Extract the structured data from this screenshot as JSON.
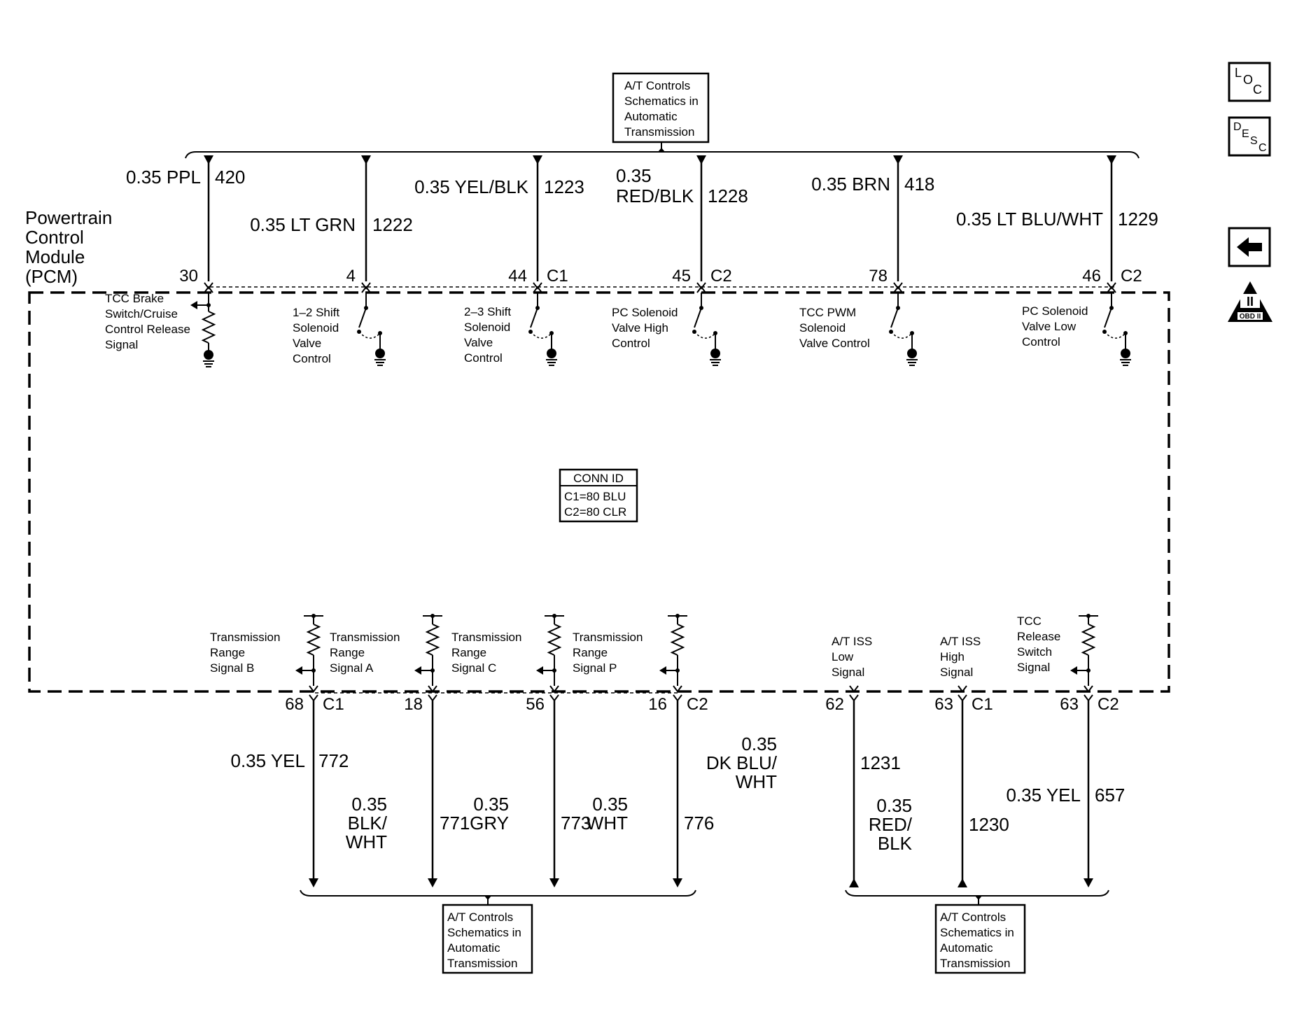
{
  "title": "Powertrain Control Module (PCM)",
  "module_label": [
    "Powertrain",
    "Control",
    "Module",
    "(PCM)"
  ],
  "top_ref_box": [
    "A/T Controls",
    "Schematics in",
    "Automatic",
    "Transmission"
  ],
  "bottom_ref_left": [
    "A/T Controls",
    "Schematics in",
    "Automatic",
    "Transmission"
  ],
  "bottom_ref_right": [
    "A/T Controls",
    "Schematics in",
    "Automatic",
    "Transmission"
  ],
  "conn_id": {
    "title": "CONN ID",
    "lines": [
      "C1=80 BLU",
      "C2=80 CLR"
    ]
  },
  "nav_icons": {
    "loc": {
      "letters": [
        "L",
        "O",
        "C"
      ],
      "icon": "loc-icon"
    },
    "desc": {
      "letters": [
        "D",
        "E",
        "S",
        "C"
      ],
      "icon": "desc-icon"
    },
    "back": {
      "icon": "arrow-left-icon"
    },
    "obd": {
      "label": "OBD II",
      "numeral": "II",
      "icon": "obd2-icon"
    }
  },
  "top_circuits": [
    {
      "wire_lines": [
        "0.35 PPL"
      ],
      "circuit": "420",
      "pin": "30",
      "conn": "",
      "func_lines": [
        "TCC Brake",
        "Switch/Cruise",
        "Control Release",
        "Signal"
      ],
      "type": "pullup"
    },
    {
      "wire_lines": [
        "0.35 LT GRN"
      ],
      "circuit": "1222",
      "pin": "4",
      "conn": "",
      "func_lines": [
        "1–2 Shift",
        "Solenoid",
        "Valve",
        "Control"
      ],
      "type": "switch"
    },
    {
      "wire_lines": [
        "0.35 YEL/BLK"
      ],
      "circuit": "1223",
      "pin": "44",
      "conn": "C1",
      "func_lines": [
        "2–3 Shift",
        "Solenoid",
        "Valve",
        "Control"
      ],
      "type": "switch"
    },
    {
      "wire_lines": [
        "0.35",
        "RED/BLK"
      ],
      "circuit": "1228",
      "pin": "45",
      "conn": "C2",
      "func_lines": [
        "PC Solenoid",
        "Valve High",
        "Control"
      ],
      "type": "switch"
    },
    {
      "wire_lines": [
        "0.35 BRN"
      ],
      "circuit": "418",
      "pin": "78",
      "conn": "",
      "func_lines": [
        "TCC PWM",
        "Solenoid",
        "Valve Control"
      ],
      "type": "switch"
    },
    {
      "wire_lines": [
        "0.35 LT BLU/WHT"
      ],
      "circuit": "1229",
      "pin": "46",
      "conn": "C2",
      "func_lines": [
        "PC Solenoid",
        "Valve Low",
        "Control"
      ],
      "type": "switch"
    }
  ],
  "bottom_circuits": [
    {
      "wire_lines": [
        "0.35 YEL"
      ],
      "circuit": "772",
      "pin": "68",
      "conn": "C1",
      "func_lines": [
        "Transmission",
        "Range",
        "Signal B"
      ],
      "type": "pullup"
    },
    {
      "wire_lines": [
        "0.35",
        "BLK/",
        "WHT"
      ],
      "circuit": "771",
      "pin": "18",
      "conn": "",
      "func_lines": [
        "Transmission",
        "Range",
        "Signal A"
      ],
      "type": "pullup"
    },
    {
      "wire_lines": [
        "0.35",
        "GRY"
      ],
      "circuit": "773",
      "pin": "56",
      "conn": "",
      "func_lines": [
        "Transmission",
        "Range",
        "Signal C"
      ],
      "type": "pullup"
    },
    {
      "wire_lines": [
        "0.35",
        "WHT"
      ],
      "circuit": "776",
      "pin": "16",
      "conn": "C2",
      "func_lines": [
        "Transmission",
        "Range",
        "Signal P"
      ],
      "type": "pullup"
    },
    {
      "wire_lines": [
        "0.35",
        "DK BLU/",
        "WHT"
      ],
      "circuit": "1231",
      "pin": "62",
      "conn": "",
      "func_lines": [
        "A/T ISS",
        "Low",
        "Signal"
      ],
      "type": "input"
    },
    {
      "wire_lines": [
        "0.35",
        "RED/",
        "BLK"
      ],
      "circuit": "1230",
      "pin": "63",
      "conn": "C1",
      "func_lines": [
        "A/T ISS",
        "High",
        "Signal"
      ],
      "type": "input"
    },
    {
      "wire_lines": [
        "0.35 YEL"
      ],
      "circuit": "657",
      "pin": "63",
      "conn": "C2",
      "func_lines": [
        "TCC",
        "Release",
        "Switch",
        "Signal"
      ],
      "type": "pullup"
    }
  ]
}
